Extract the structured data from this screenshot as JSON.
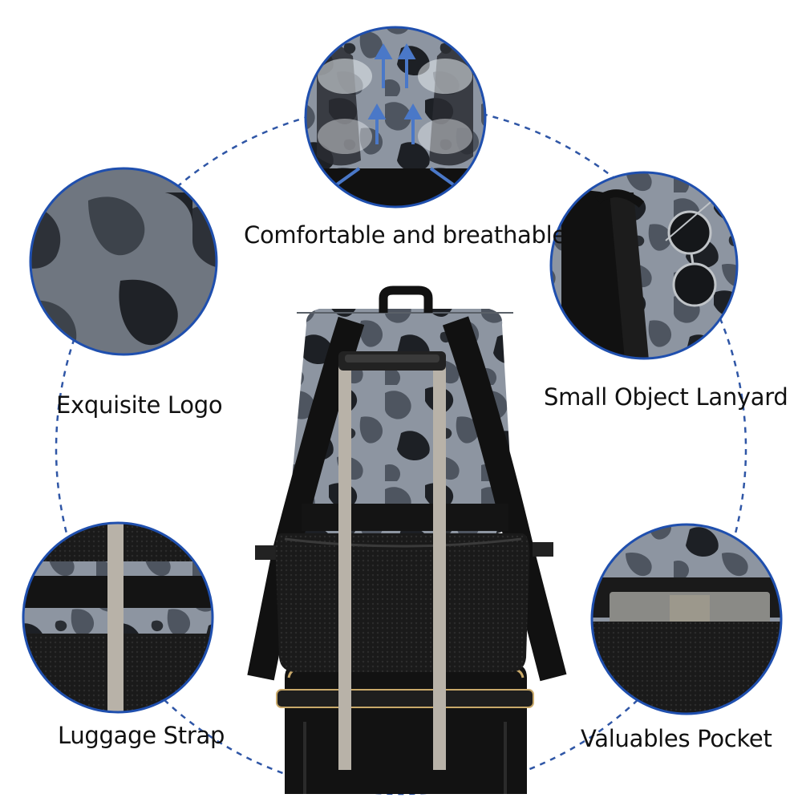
{
  "labels": {
    "top": "Comfortable and breathable",
    "left": "Exquisite Logo",
    "right": "Small Object Lanyard",
    "bottom_left": "Luggage Strap",
    "bottom_right": "Valuables Pocket"
  },
  "colors": {
    "dashed_circle": "#2f56a6",
    "ring_border": "#1f4fae",
    "arrow": "#4a78c8",
    "camo_light": "#8d95a1",
    "camo_mid": "#4e5560",
    "camo_dark": "#1d2025",
    "black": "#111111",
    "handle_metal": "#b8b2a8"
  }
}
